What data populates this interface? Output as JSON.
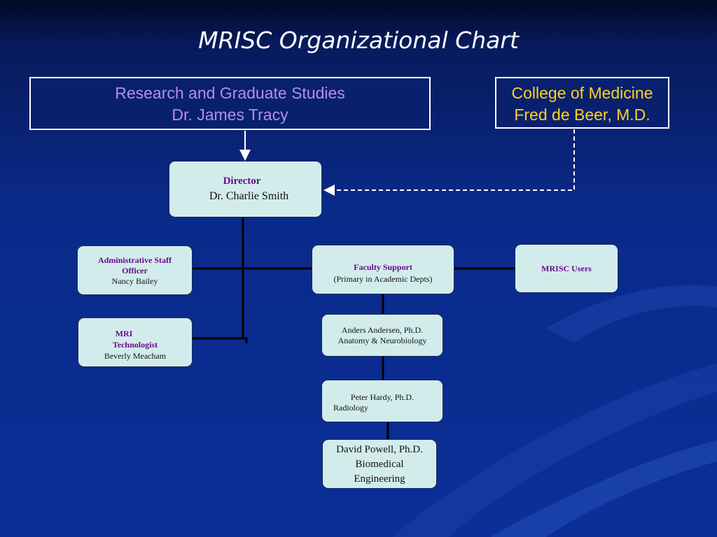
{
  "title": "MRISC Organizational Chart",
  "top_boxes": {
    "research": {
      "line1": "Research and Graduate Studies",
      "line2": "Dr. James Tracy",
      "color": "#b58cf0"
    },
    "college": {
      "line1": "College of Medicine",
      "line2": "Fred de Beer, M.D.",
      "color": "#ffd21e"
    }
  },
  "nodes": {
    "director": {
      "role": "Director",
      "name": "Dr. Charlie Smith"
    },
    "admin": {
      "role_line1": "Administrative Staff",
      "role_line2": "Officer",
      "name": "Nancy Bailey"
    },
    "mri": {
      "role_line1": "MRI",
      "role_line2": "Technologist",
      "name": "Beverly Meacham"
    },
    "faculty": {
      "role": "Faculty Support",
      "note": "(Primary in Academic Depts)"
    },
    "users": {
      "role": "MRISC Users"
    },
    "andersen": {
      "line1": "Anders Andersen, Ph.D.",
      "line2": "Anatomy & Neurobiology"
    },
    "hardy": {
      "line1": "Peter Hardy, Ph.D.",
      "line2": "Radiology"
    },
    "powell": {
      "line1": "David Powell, Ph.D.",
      "line2": "Biomedical",
      "line3": "Engineering"
    }
  },
  "colors": {
    "background": "#0a2a8a",
    "node_fill": "#d2ecec",
    "role_text": "#6a0a8a"
  }
}
